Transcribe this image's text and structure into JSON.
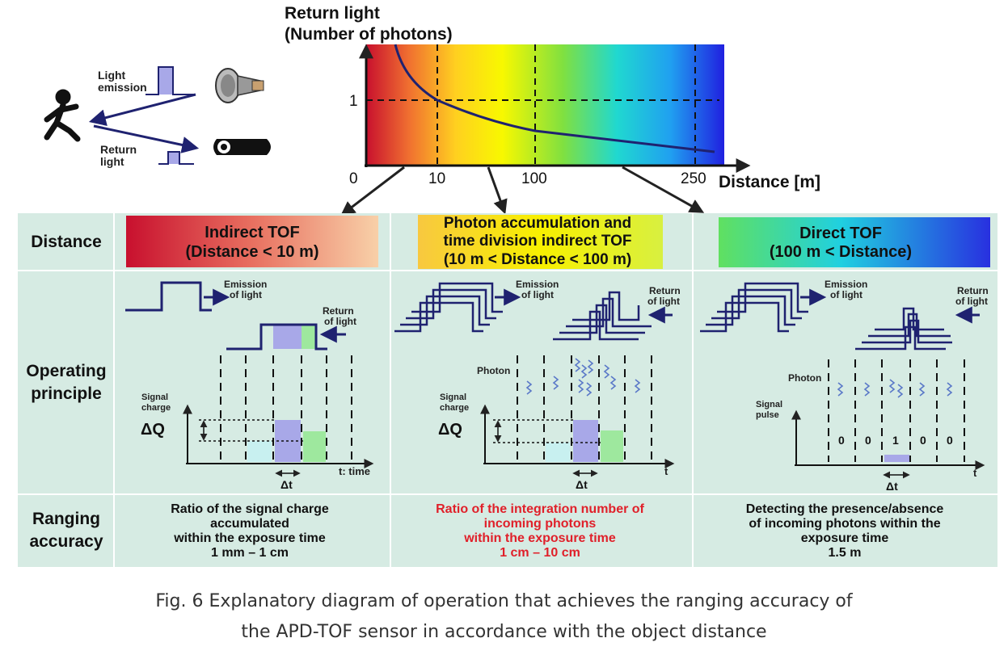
{
  "top_chart": {
    "ylabel_line1": "Return light",
    "ylabel_line2": "(Number of photons)",
    "y_tick_1": "1",
    "origin_label": "0",
    "x_ticks": [
      "10",
      "100",
      "250"
    ],
    "xlabel": "Distance [m]"
  },
  "scene": {
    "emission_label_line1": "Light",
    "emission_label_line2": "emission",
    "return_label_line1": "Return",
    "return_label_line2": "light"
  },
  "table": {
    "row_labels": {
      "distance": "Distance",
      "operating_line1": "Operating",
      "operating_line2": "principle",
      "ranging_line1": "Ranging",
      "ranging_line2": "accuracy"
    },
    "col1": {
      "header_line1": "Indirect TOF",
      "header_line2": "(Distance < 10 m)",
      "emission_line1": "Emission",
      "emission_line2": "of light",
      "return_line1": "Return",
      "return_line2": "of light",
      "signal_line1": "Signal",
      "signal_line2": "charge",
      "delta_q": "ΔQ",
      "delta_t": "Δt",
      "axis_label": "t: time",
      "accuracy_lines": [
        "Ratio of the signal charge",
        "accumulated",
        "within the exposure time",
        "1 mm – 1 cm"
      ]
    },
    "col2": {
      "header_line1": "Photon accumulation and",
      "header_line2": "time division indirect TOF",
      "header_line3": "(10 m < Distance < 100 m)",
      "emission_line1": "Emission",
      "emission_line2": "of light",
      "return_line1": "Return",
      "return_line2": "of light",
      "photon_label": "Photon",
      "signal_line1": "Signal",
      "signal_line2": "charge",
      "delta_q": "ΔQ",
      "delta_t": "Δt",
      "axis_label": "t",
      "accuracy_lines": [
        "Ratio of the integration number of",
        "incoming photons",
        "within the exposure time",
        "1 cm – 10 cm"
      ]
    },
    "col3": {
      "header_line1": "Direct TOF",
      "header_line2": "(100 m < Distance)",
      "emission_line1": "Emission",
      "emission_line2": "of light",
      "return_line1": "Return",
      "return_line2": "of light",
      "photon_label": "Photon",
      "signal_line1": "Signal",
      "signal_line2": "pulse",
      "bits": [
        "0",
        "0",
        "1",
        "0",
        "0"
      ],
      "delta_t": "Δt",
      "axis_label": "t",
      "accuracy_lines": [
        "Detecting the presence/absence",
        "of incoming photons within the",
        "exposure time",
        "1.5 m"
      ]
    }
  },
  "caption": {
    "line1": "Fig. 6 Explanatory diagram of operation that achieves the ranging accuracy of",
    "line2": "the APD-TOF sensor in accordance with the object distance"
  },
  "colors": {
    "navy": "#1f2270",
    "table_bg": "#d6ebe3",
    "table_border": "#ffffff",
    "red_text": "#e0202a",
    "bar_purple": "#a8a8e8",
    "bar_green": "#9ee89e",
    "bar_cyan": "#c8f0f0"
  }
}
